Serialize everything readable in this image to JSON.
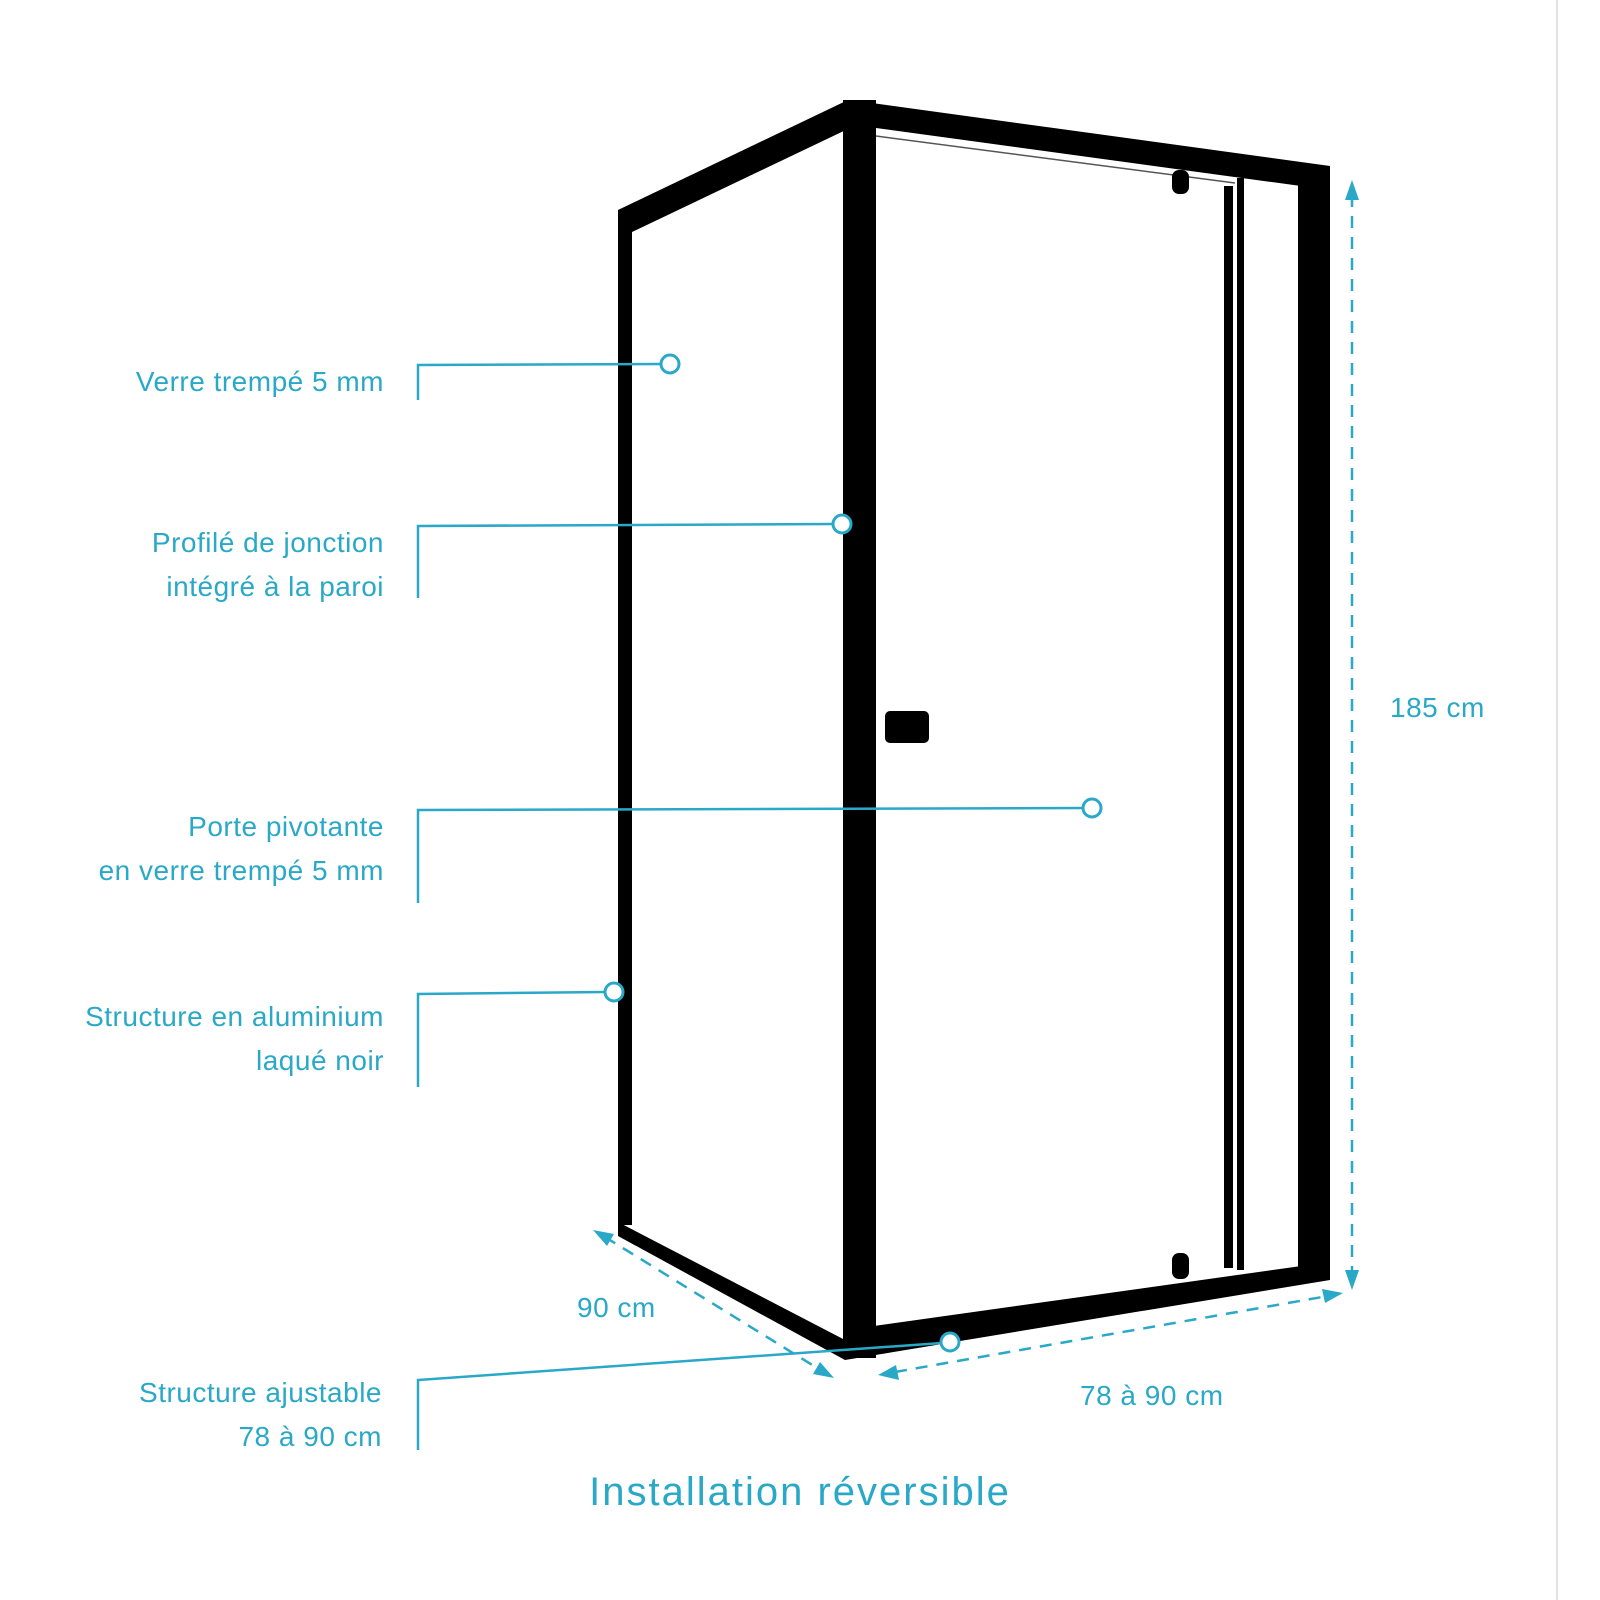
{
  "accent_color": "#2aa8c8",
  "frame_color": "#000000",
  "callouts": [
    {
      "lines": [
        "Verre trempé 5 mm"
      ]
    },
    {
      "lines": [
        "Profilé de jonction",
        "intégré à la paroi"
      ]
    },
    {
      "lines": [
        "Porte pivotante",
        "en verre trempé 5 mm"
      ]
    },
    {
      "lines": [
        "Structure en aluminium",
        "laqué noir"
      ]
    },
    {
      "lines": [
        "Structure ajustable",
        "78 à 90 cm"
      ]
    }
  ],
  "dimensions": {
    "height": "185 cm",
    "depth": "90 cm",
    "width": "78 à 90 cm"
  },
  "title": "Installation réversible"
}
